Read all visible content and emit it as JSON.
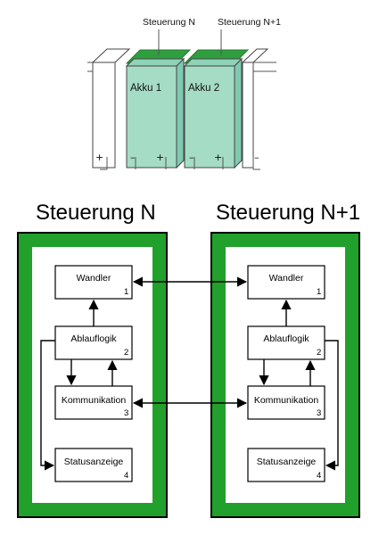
{
  "top": {
    "label_n": "Steuerung N",
    "label_n1": "Steuerung N+1",
    "akku1": "Akku 1",
    "akku2": "Akku 2",
    "plus": "+",
    "minus": "–"
  },
  "controllers": [
    {
      "title": "Steuerung N",
      "blocks": [
        {
          "label": "Wandler",
          "num": "1"
        },
        {
          "label": "Ablauflogik",
          "num": "2"
        },
        {
          "label": "Kommunikation",
          "num": "3"
        },
        {
          "label": "Statusanzeige",
          "num": "4"
        }
      ]
    },
    {
      "title": "Steuerung N+1",
      "blocks": [
        {
          "label": "Wandler",
          "num": "1"
        },
        {
          "label": "Ablauflogik",
          "num": "2"
        },
        {
          "label": "Kommunikation",
          "num": "3"
        },
        {
          "label": "Statusanzeige",
          "num": "4"
        }
      ]
    }
  ],
  "colors": {
    "green_frame": "#22a02c",
    "akku_fill": "#a5dcc6",
    "akku_top": "#2f9e3f",
    "akku_side": "#7fcab0",
    "cell_outline": "#444444"
  }
}
